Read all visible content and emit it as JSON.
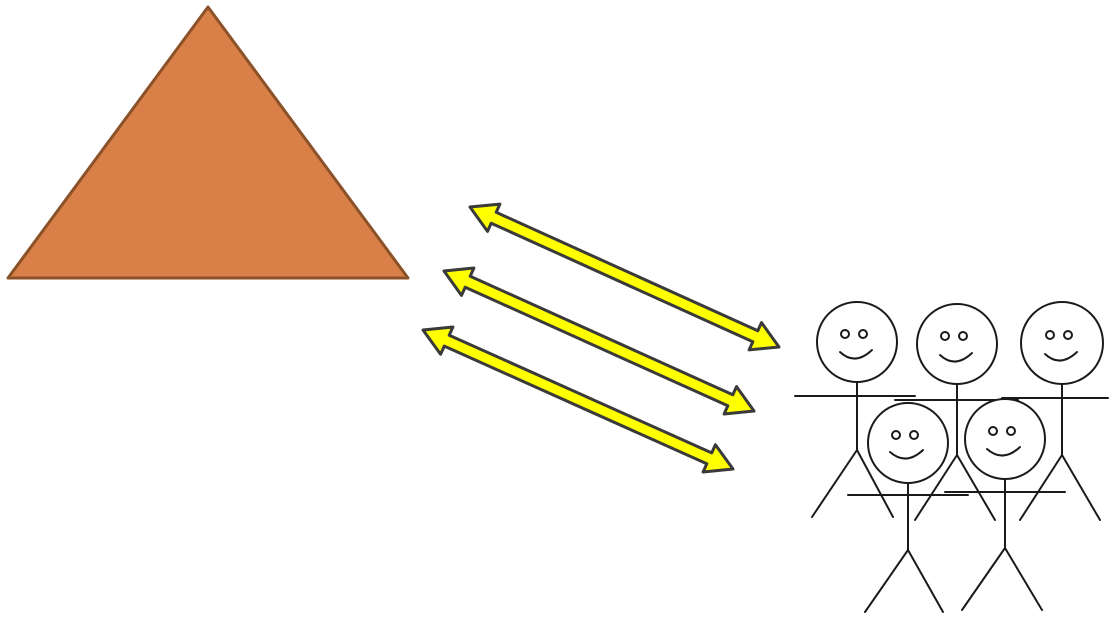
{
  "diagram": {
    "background": "#ffffff",
    "shapes": {
      "triangle": {
        "fill": "#D97F48",
        "stroke": "#8B5128"
      }
    },
    "arrows": {
      "count": 3,
      "fill": "#FFFF00",
      "stroke": "#3A3A3A",
      "style": "double-headed"
    },
    "people": {
      "count": 5,
      "stroke": "#1a1a1a",
      "style": "smiling stick figures"
    }
  }
}
